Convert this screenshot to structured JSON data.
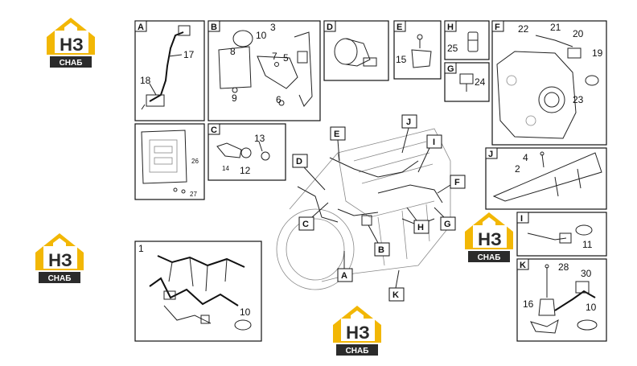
{
  "logo": {
    "mark": "НЗ",
    "word": "СНАБ",
    "gold": "#f2b705",
    "dark": "#2b2b2b"
  },
  "panels": {
    "A": {
      "label": "A",
      "callouts": [
        "17",
        "18"
      ]
    },
    "B": {
      "label": "B",
      "callouts": [
        "3",
        "10",
        "8",
        "7",
        "5",
        "9",
        "6"
      ]
    },
    "C": {
      "label": "C",
      "callouts": [
        "13",
        "14",
        "12"
      ]
    },
    "D": {
      "label": "D"
    },
    "E": {
      "label": "E",
      "callouts": [
        "15"
      ]
    },
    "H": {
      "label": "H",
      "callouts": [
        "25"
      ]
    },
    "G": {
      "label": "G",
      "callouts": [
        "24"
      ]
    },
    "F": {
      "label": "F",
      "callouts": [
        "22",
        "21",
        "20",
        "19",
        "23"
      ]
    },
    "J": {
      "label": "J",
      "callouts": [
        "4",
        "2"
      ]
    },
    "I": {
      "label": "I",
      "callouts": [
        "11"
      ]
    },
    "K": {
      "label": "K",
      "callouts": [
        "28",
        "30",
        "16",
        "10"
      ]
    },
    "plate": {
      "callouts": [
        "26",
        "27"
      ]
    },
    "harness": {
      "callouts": [
        "1",
        "10"
      ]
    }
  },
  "engine_tags": [
    "E",
    "J",
    "I",
    "D",
    "F",
    "C",
    "H",
    "G",
    "B",
    "A",
    "K"
  ]
}
